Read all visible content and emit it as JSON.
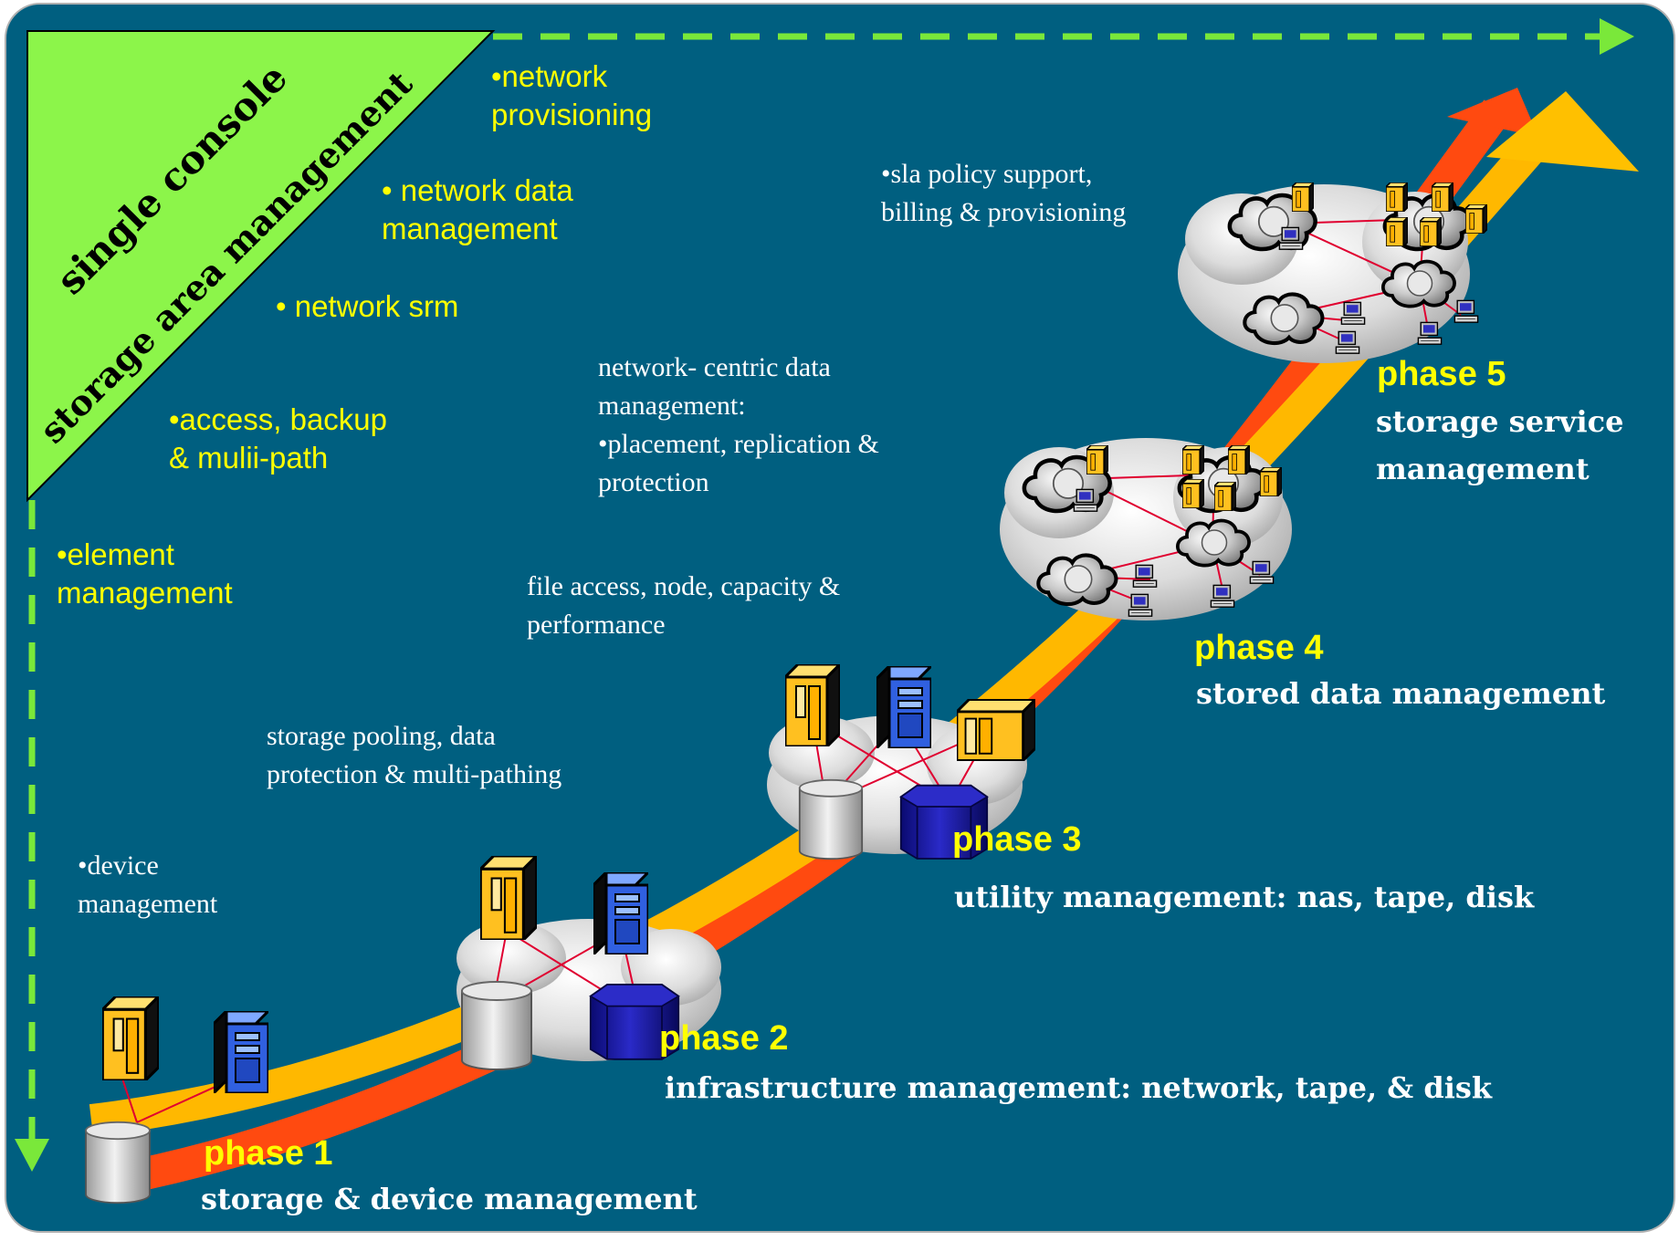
{
  "colors": {
    "background": "#005f80",
    "accent_green": "#8cf54a",
    "arrow_green": "#7ae83a",
    "yellow_text": "#ffff00",
    "orange_ribbon": "#ff4a10",
    "amber_ribbon": "#ffb800",
    "server_yellow": "#ffc020",
    "server_blue": "#3060e0",
    "tape_blue": "#1010a0"
  },
  "console": {
    "line1": "single console",
    "line2": "storage area management"
  },
  "management_items": [
    {
      "text": "•network\nprovisioning"
    },
    {
      "text": "• network data\nmanagement"
    },
    {
      "text": "• network srm"
    },
    {
      "text": "•access, backup\n& mulii-path"
    },
    {
      "text": "•element\nmanagement"
    }
  ],
  "capability_items": [
    {
      "text": "•sla policy support,\nbilling & provisioning"
    },
    {
      "text": "network- centric data\nmanagement:\n•placement, replication &\nprotection"
    },
    {
      "text": "file access, node, capacity &\nperformance"
    },
    {
      "text": "storage pooling, data\nprotection & multi-pathing"
    },
    {
      "text": "•device\nmanagement"
    }
  ],
  "phases": [
    {
      "title": "phase 1",
      "subtitle": "storage & device management"
    },
    {
      "title": "phase 2",
      "subtitle": "infrastructure management: network, tape, & disk"
    },
    {
      "title": "phase 3",
      "subtitle": "utility management: nas, tape, disk"
    },
    {
      "title": "phase 4",
      "subtitle": "stored data management"
    },
    {
      "title": "phase 5",
      "subtitle": "storage service\nmanagement"
    }
  ],
  "icons": {
    "disk": "disk-cylinder-icon",
    "tape": "tape-library-icon",
    "server_yellow": "server-tower-yellow-icon",
    "server_blue": "server-tower-blue-icon",
    "network_cloud": "network-cloud-icon",
    "workstation": "workstation-icon"
  }
}
